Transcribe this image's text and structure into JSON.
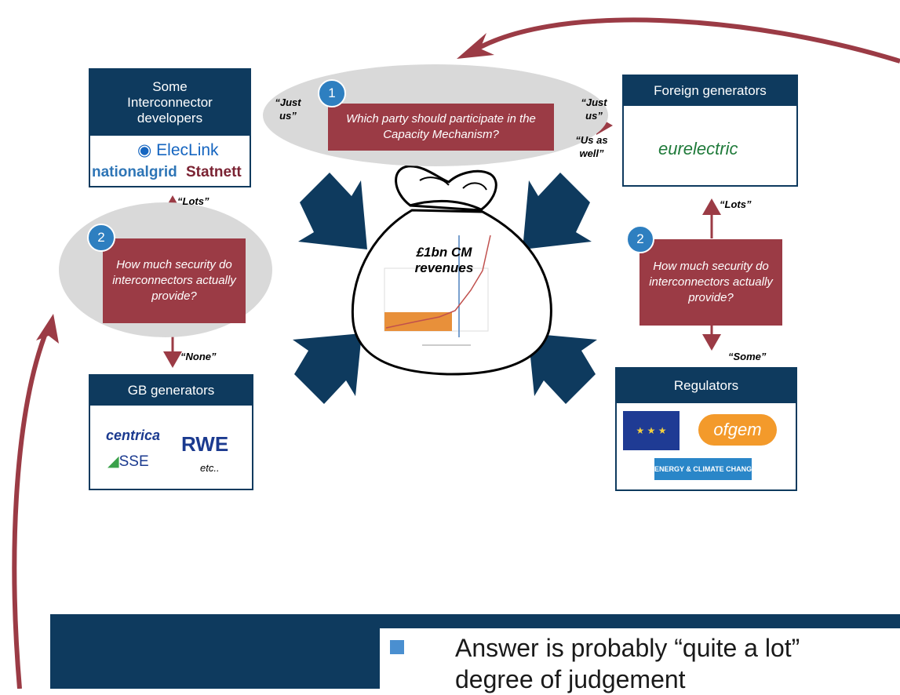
{
  "bag": {
    "label": "£1bn CM revenues"
  },
  "question_1": {
    "number": "1",
    "text": "Which party should participate in the Capacity Mechanism?"
  },
  "question_2_left": {
    "number": "2",
    "text": "How much security do interconnectors actually provide?"
  },
  "question_2_right": {
    "number": "2",
    "text": "How much security do interconnectors actually provide?"
  },
  "answers": {
    "just_us_left": "“Just us”",
    "just_us_right": "“Just us”",
    "us_as_well": "“Us as well”",
    "lots_left": "“Lots”",
    "none": "“None”",
    "lots_right": "“Lots”",
    "some": "“Some”"
  },
  "parties": {
    "interconnector_developers": {
      "title": "Some Interconnector developers",
      "logos": [
        "ElecLink",
        "nationalgrid",
        "Statnett"
      ]
    },
    "foreign_generators": {
      "title": "Foreign generators",
      "logos": [
        "eurelectric"
      ]
    },
    "gb_generators": {
      "title": "GB generators",
      "logos": [
        "centrica",
        "RWE",
        "SSE"
      ],
      "etc": "etc.."
    },
    "regulators": {
      "title": "Regulators",
      "logos": [
        "ofgem",
        "ENERGY & CLIMATE CHANGE"
      ]
    }
  },
  "bottom": {
    "line1": "Answer is probably “quite a lot”",
    "line2": "degree of judgement"
  },
  "colors": {
    "navy": "#0e3a5e",
    "maroon": "#9b3b45",
    "badge_blue": "#2e7fc0",
    "ellipse_grey": "#d9d9d9"
  }
}
